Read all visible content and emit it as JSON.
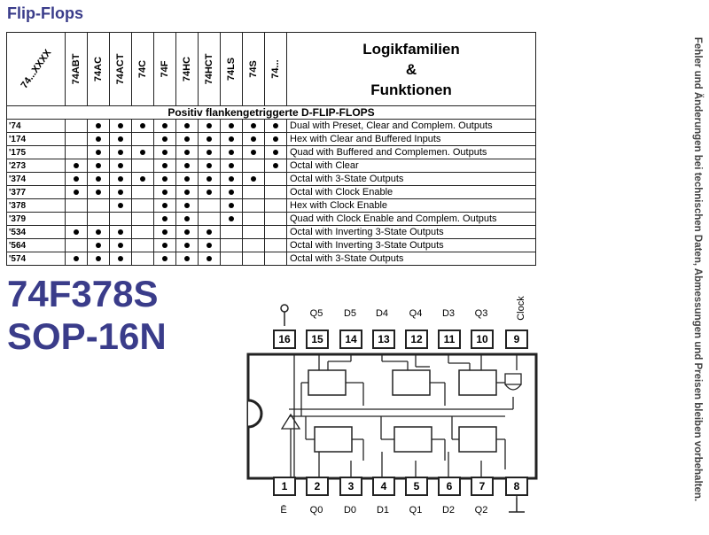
{
  "title": "Flip-Flops",
  "side_note": "Fehler und Änderungen bei technischen Daten, Abmessungen und Preisen bleiben vorbehalten.",
  "table": {
    "corner_label": "74...XXXX",
    "families": [
      "74ABT",
      "74AC",
      "74ACT",
      "74C",
      "74F",
      "74HC",
      "74HCT",
      "74LS",
      "74S",
      "74..."
    ],
    "header_right": [
      "Logikfamilien",
      "&",
      "Funktionen"
    ],
    "section_title": "Positiv flankengetriggerte D-FLIP-FLOPS",
    "rows": [
      {
        "code": "'74",
        "marks": [
          0,
          1,
          1,
          1,
          1,
          1,
          1,
          1,
          1,
          1
        ],
        "desc": "Dual with Preset, Clear and Complem. Outputs"
      },
      {
        "code": "'174",
        "marks": [
          0,
          1,
          1,
          0,
          1,
          1,
          1,
          1,
          1,
          1
        ],
        "desc": "Hex with Clear and Buffered Inputs"
      },
      {
        "code": "'175",
        "marks": [
          0,
          1,
          1,
          1,
          1,
          1,
          1,
          1,
          1,
          1
        ],
        "desc": "Quad with Buffered and Complemen. Outputs"
      },
      {
        "code": "'273",
        "marks": [
          1,
          1,
          1,
          0,
          1,
          1,
          1,
          1,
          0,
          1
        ],
        "desc": "Octal with Clear"
      },
      {
        "code": "'374",
        "marks": [
          1,
          1,
          1,
          1,
          1,
          1,
          1,
          1,
          1,
          0
        ],
        "desc": "Octal with 3-State Outputs"
      },
      {
        "code": "'377",
        "marks": [
          1,
          1,
          1,
          0,
          1,
          1,
          1,
          1,
          0,
          0
        ],
        "desc": "Octal with Clock Enable"
      },
      {
        "code": "'378",
        "marks": [
          0,
          0,
          1,
          0,
          1,
          1,
          0,
          1,
          0,
          0
        ],
        "desc": "Hex with Clock Enable"
      },
      {
        "code": "'379",
        "marks": [
          0,
          0,
          0,
          0,
          1,
          1,
          0,
          1,
          0,
          0
        ],
        "desc": "Quad with Clock Enable and Complem. Outputs"
      },
      {
        "code": "'534",
        "marks": [
          1,
          1,
          1,
          0,
          1,
          1,
          1,
          0,
          0,
          0
        ],
        "desc": "Octal with Inverting 3-State Outputs"
      },
      {
        "code": "'564",
        "marks": [
          0,
          1,
          1,
          0,
          1,
          1,
          1,
          0,
          0,
          0
        ],
        "desc": "Octal with Inverting 3-State Outputs"
      },
      {
        "code": "'574",
        "marks": [
          1,
          1,
          1,
          0,
          1,
          1,
          1,
          0,
          0,
          0
        ],
        "desc": "Octal with 3-State Outputs"
      }
    ]
  },
  "part_number": "74F378S",
  "package": "SOP-16N",
  "diagram": {
    "top_pins": [
      "16",
      "15",
      "14",
      "13",
      "12",
      "11",
      "10",
      "9"
    ],
    "top_labels": [
      "",
      "Q5",
      "D5",
      "D4",
      "Q4",
      "D3",
      "Q3",
      "Clock"
    ],
    "bottom_pins": [
      "1",
      "2",
      "3",
      "4",
      "5",
      "6",
      "7",
      "8"
    ],
    "bottom_labels": [
      "Ē",
      "Q0",
      "D0",
      "D1",
      "Q1",
      "D2",
      "Q2",
      "⊥"
    ]
  }
}
